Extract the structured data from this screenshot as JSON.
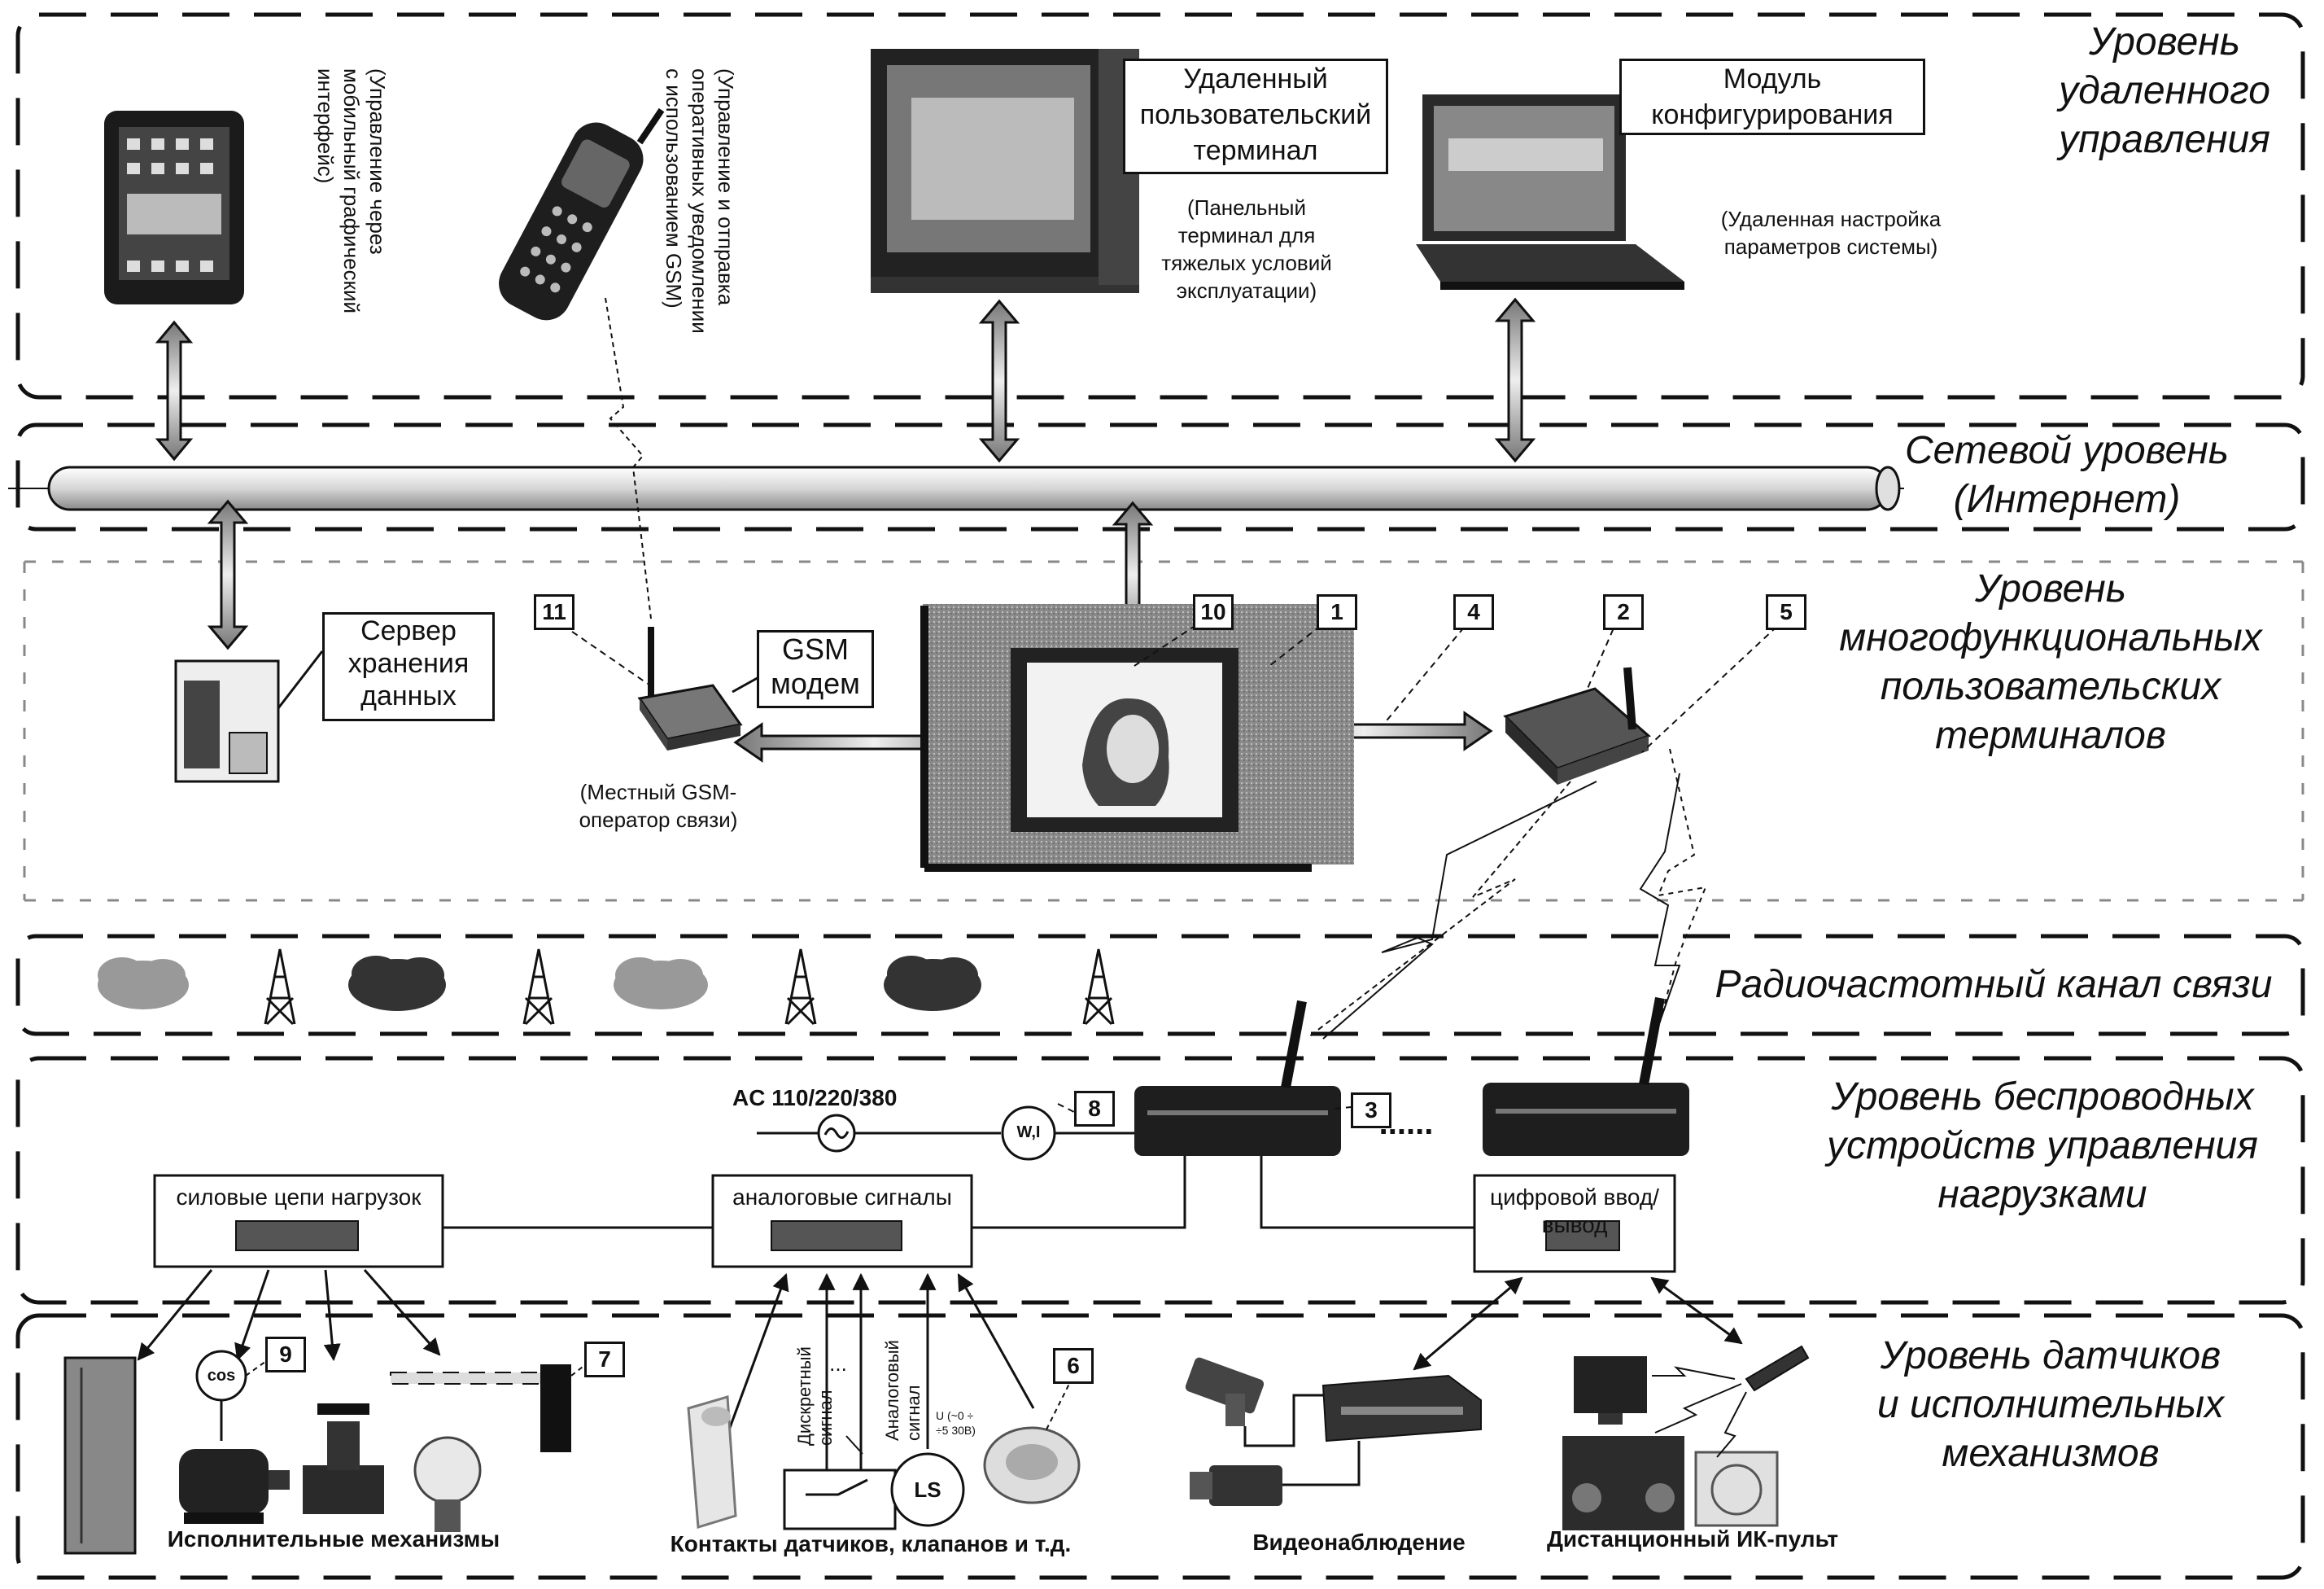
{
  "levels": {
    "remote": "Уровень\nудаленного\nуправления",
    "network": "Сетевой уровень\n(Интернет)",
    "terminals": "Уровень\nмногофункциональных\nпользовательских\nтерминалов",
    "radio": "Радиочастотный канал связи",
    "wireless": "Уровень беспроводных\nустройств управления\nнагрузками",
    "sensors": "Уровень  датчиков\nи исполнительных\nмеханизмов"
  },
  "remote_level": {
    "tablet_caption": "(Управление через\nмобильный графический\nинтерфейс)",
    "phone_caption": "(Управление и отправка\nоперативных уведомлении\nс использованием GSM)",
    "terminal_label": "Удаленный\nпользовательский\nтерминал",
    "terminal_caption": "(Панельный\nтерминал для\nтяжелых условий\nэксплуатации)",
    "config_label": "Модуль\nконфигурирования",
    "config_caption": "(Удаленная настройка\nпараметров системы)"
  },
  "terminal_level": {
    "server_label": "Сервер\nхранения\nданных",
    "gsm_label": "GSM\nмодем",
    "gsm_caption": "(Местный GSM-\nоператор связи)",
    "callouts": [
      "11",
      "10",
      "1",
      "4",
      "2",
      "5"
    ]
  },
  "wireless_level": {
    "ac_label": "AC 110/220/380",
    "meter_label": "W,I",
    "dots": "......",
    "callouts": [
      "8",
      "3"
    ],
    "power_box": "силовые цепи нагрузок",
    "analog_box": "аналоговые сигналы",
    "digital_box": "цифровой ввод/вывод"
  },
  "sensor_level": {
    "cos_label": "cos",
    "ls_label": "LS",
    "discrete_signal": "Дискретный\nсигнал",
    "analog_signal": "Аналоговый\nсигнал",
    "ellipsis": "...",
    "analog_range": "U (~0 ÷\n÷5 30В)",
    "callouts": [
      "9",
      "7",
      "6"
    ],
    "actuators_caption": "Исполнительные механизмы",
    "contacts_caption": "Контакты датчиков, клапанов и т.д.",
    "video_caption": "Видеонаблюдение",
    "ir_caption": "Дистанционный ИК-пульт"
  },
  "colors": {
    "ink": "#111111",
    "screen_gray": "#9a9a9a",
    "device_dark": "#2a2a2a"
  },
  "icons": [
    "tablet-icon",
    "mobile-phone-icon",
    "panel-terminal-icon",
    "laptop-icon",
    "server-icon",
    "gsm-modem-icon",
    "touch-panel-icon",
    "router-icon",
    "cloud-icon",
    "radio-tower-icon",
    "wireless-controller-icon",
    "ac-source-icon",
    "power-meter-icon",
    "module-icon",
    "cos-meter-icon",
    "motor-icon",
    "valve-icon",
    "lamp-icon",
    "barrier-icon",
    "wall-panel-icon",
    "pir-sensor-icon",
    "switch-contact-icon",
    "level-sensor-icon",
    "smoke-detector-icon",
    "camera-icon",
    "dvr-icon",
    "tv-icon",
    "ir-remote-icon",
    "air-conditioner-icon",
    "music-center-icon"
  ]
}
